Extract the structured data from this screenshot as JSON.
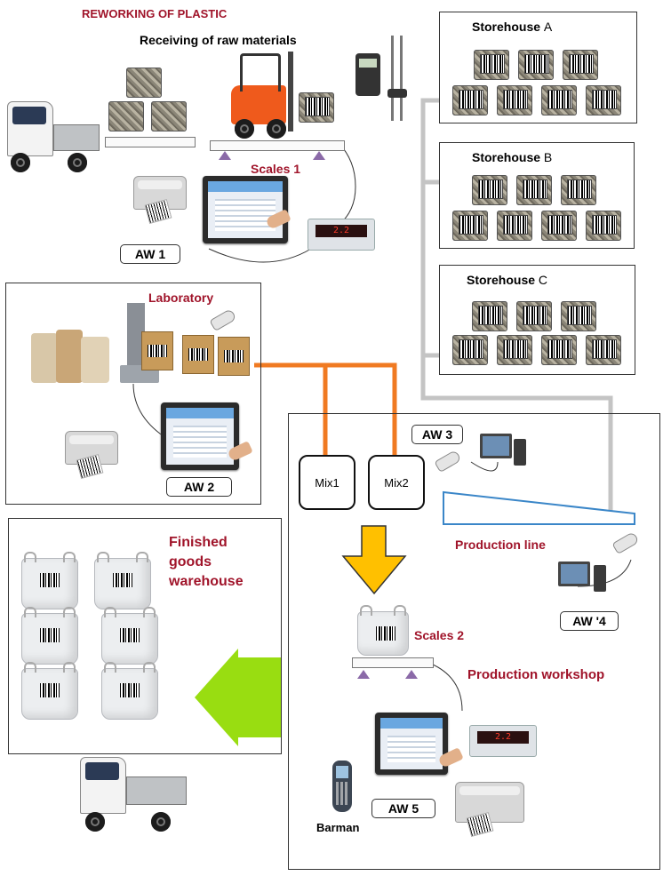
{
  "header": {
    "title": "REWORKING OF PLASTIC",
    "subtitle": "Receiving of raw materials"
  },
  "receiving": {
    "scales_label": "Scales 1",
    "workstation_label": "AW 1",
    "indicator_value": "2.2"
  },
  "storehouses": [
    {
      "name": "Storehouse",
      "letter": "A"
    },
    {
      "name": "Storehouse",
      "letter": "B"
    },
    {
      "name": "Storehouse",
      "letter": "C"
    }
  ],
  "laboratory": {
    "title": "Laboratory",
    "workstation_label": "AW  2"
  },
  "production": {
    "aw3_label": "AW  3",
    "mixers": [
      "Mix1",
      "Mix2"
    ],
    "line_label": "Production line",
    "aw4_label": "AW '4",
    "scales_label": "Scales 2",
    "workshop_label": "Production workshop",
    "aw5_label": "AW  5",
    "indicator_value": "2.2",
    "barman_label": "Barman"
  },
  "warehouse": {
    "title_line1": "Finished",
    "title_line2": "goods",
    "title_line3": "warehouse"
  },
  "colors": {
    "title_red": "#a0142a",
    "mix_link": "#f07a22",
    "storage_link": "#c4c4c4",
    "down_arrow": "#ffc000",
    "left_arrow": "#99dd11",
    "production_line": "#3a86c8"
  }
}
